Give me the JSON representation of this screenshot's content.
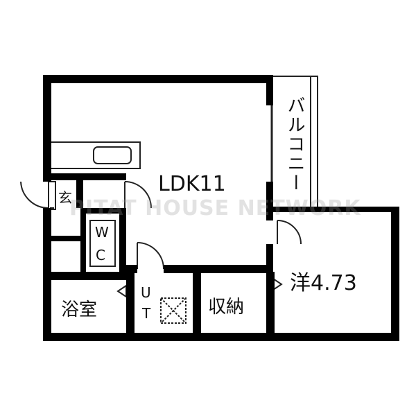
{
  "rooms": {
    "ldk": "LDK11",
    "balcony": "バルコニー",
    "entrance": "玄",
    "wc_top": "W",
    "wc_bottom": "C",
    "bath": "浴室",
    "ut_top": "U",
    "ut_bottom": "T",
    "storage": "収納",
    "western": "洋4.73"
  },
  "watermark": "PITAT HOUSE NETWORK",
  "colors": {
    "wall": "#000000",
    "thin_line": "#222222",
    "background": "#ffffff"
  }
}
